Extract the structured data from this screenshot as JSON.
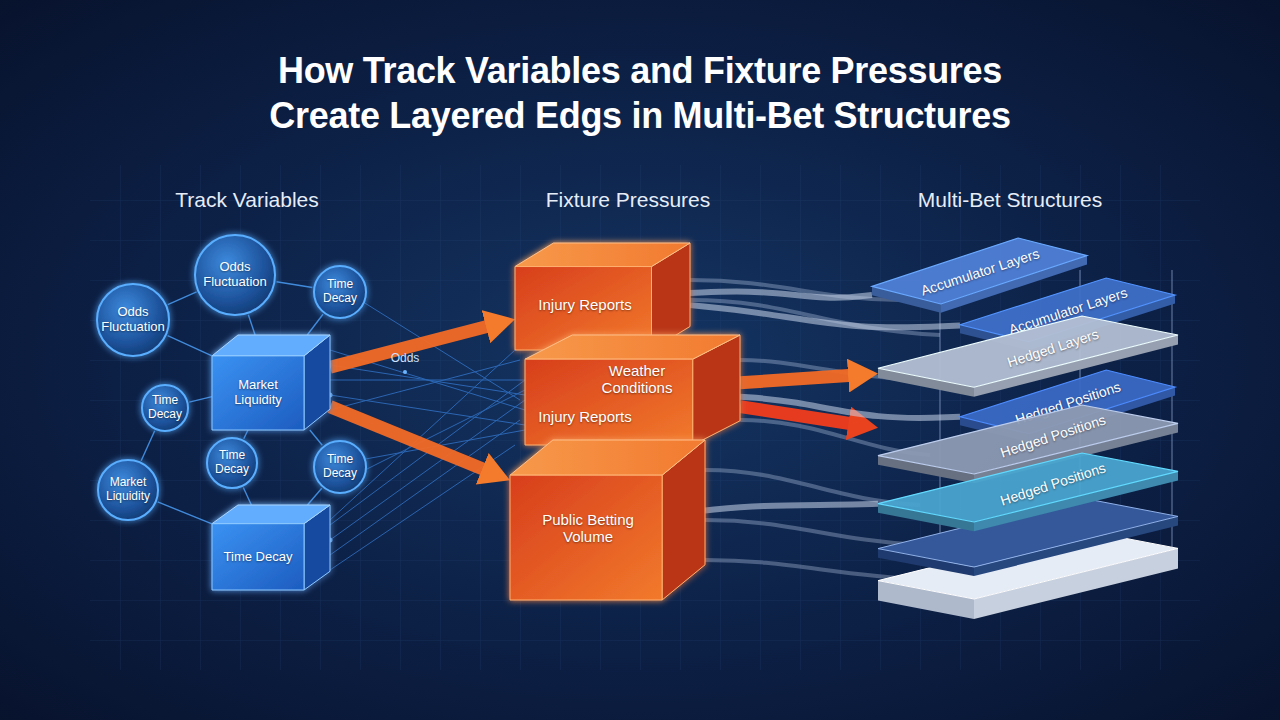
{
  "diagram": {
    "title": "How Track Variables and Fixture Pressures Create Layered Edgs in Multi-Bet Structures",
    "nodes": [
      {
        "text": [
          "Odds Fluctuation"
        ]
      },
      {
        "text": [
          "Time Decay"
        ]
      },
      {
        "text": [
          "Odds Fluctuation"
        ]
      },
      {
        "text": [
          "Market Liquidity"
        ]
      },
      {
        "text": [
          "Time Decay"
        ]
      },
      {
        "text": [
          "Time Decay"
        ]
      },
      {
        "text": [
          "Time Decay"
        ]
      },
      {
        "text": [
          "Market Liquidity"
        ]
      },
      {
        "text": [
          "Time Decay"
        ]
      },
      {
        "text": [
          "Injury Reports"
        ]
      },
      {
        "text": [
          "Weather Conditions",
          "Injury Reports"
        ]
      },
      {
        "text": [
          "Public Betting Volume"
        ]
      },
      {
        "text": [
          "Accumulator Layers"
        ]
      },
      {
        "text": [
          "Accumulator Layers"
        ]
      },
      {
        "text": [
          "Hedged Layers"
        ]
      },
      {
        "text": [
          "Hedged Positions"
        ]
      },
      {
        "text": [
          "Hedged Positions"
        ]
      },
      {
        "text": [
          "Hedged Positions"
        ]
      }
    ],
    "edges": [
      {
        "from": 0,
        "to": 1,
        "arrow": "none"
      },
      {
        "from": 0,
        "to": 3,
        "arrow": "none"
      },
      {
        "from": 2,
        "to": 0,
        "arrow": "none"
      },
      {
        "from": 2,
        "to": 3,
        "arrow": "none"
      },
      {
        "from": 1,
        "to": 3,
        "arrow": "none"
      },
      {
        "from": 4,
        "to": 3,
        "arrow": "none"
      },
      {
        "from": 4,
        "to": 7,
        "arrow": "none"
      },
      {
        "from": 5,
        "to": 3,
        "arrow": "none"
      },
      {
        "from": 5,
        "to": 8,
        "arrow": "none"
      },
      {
        "from": 6,
        "to": 3,
        "arrow": "none"
      },
      {
        "from": 6,
        "to": 8,
        "arrow": "none"
      },
      {
        "from": 7,
        "to": 8,
        "arrow": "none"
      },
      {
        "from": 3,
        "to": 9,
        "arrow": "to"
      },
      {
        "from": 3,
        "to": 11,
        "arrow": "to"
      },
      {
        "from": 10,
        "to": 14,
        "arrow": "to"
      },
      {
        "from": 10,
        "to": 16,
        "arrow": "to"
      },
      {
        "from": 9,
        "to": 12,
        "arrow": "none"
      },
      {
        "from": 9,
        "to": 13,
        "arrow": "none"
      },
      {
        "from": 10,
        "to": 15,
        "arrow": "none"
      },
      {
        "from": 11,
        "to": 17,
        "arrow": "none"
      }
    ],
    "labels": [
      "Track Variables",
      "Fixture Pressures",
      "Multi-Bet Structures",
      "Odds"
    ]
  }
}
